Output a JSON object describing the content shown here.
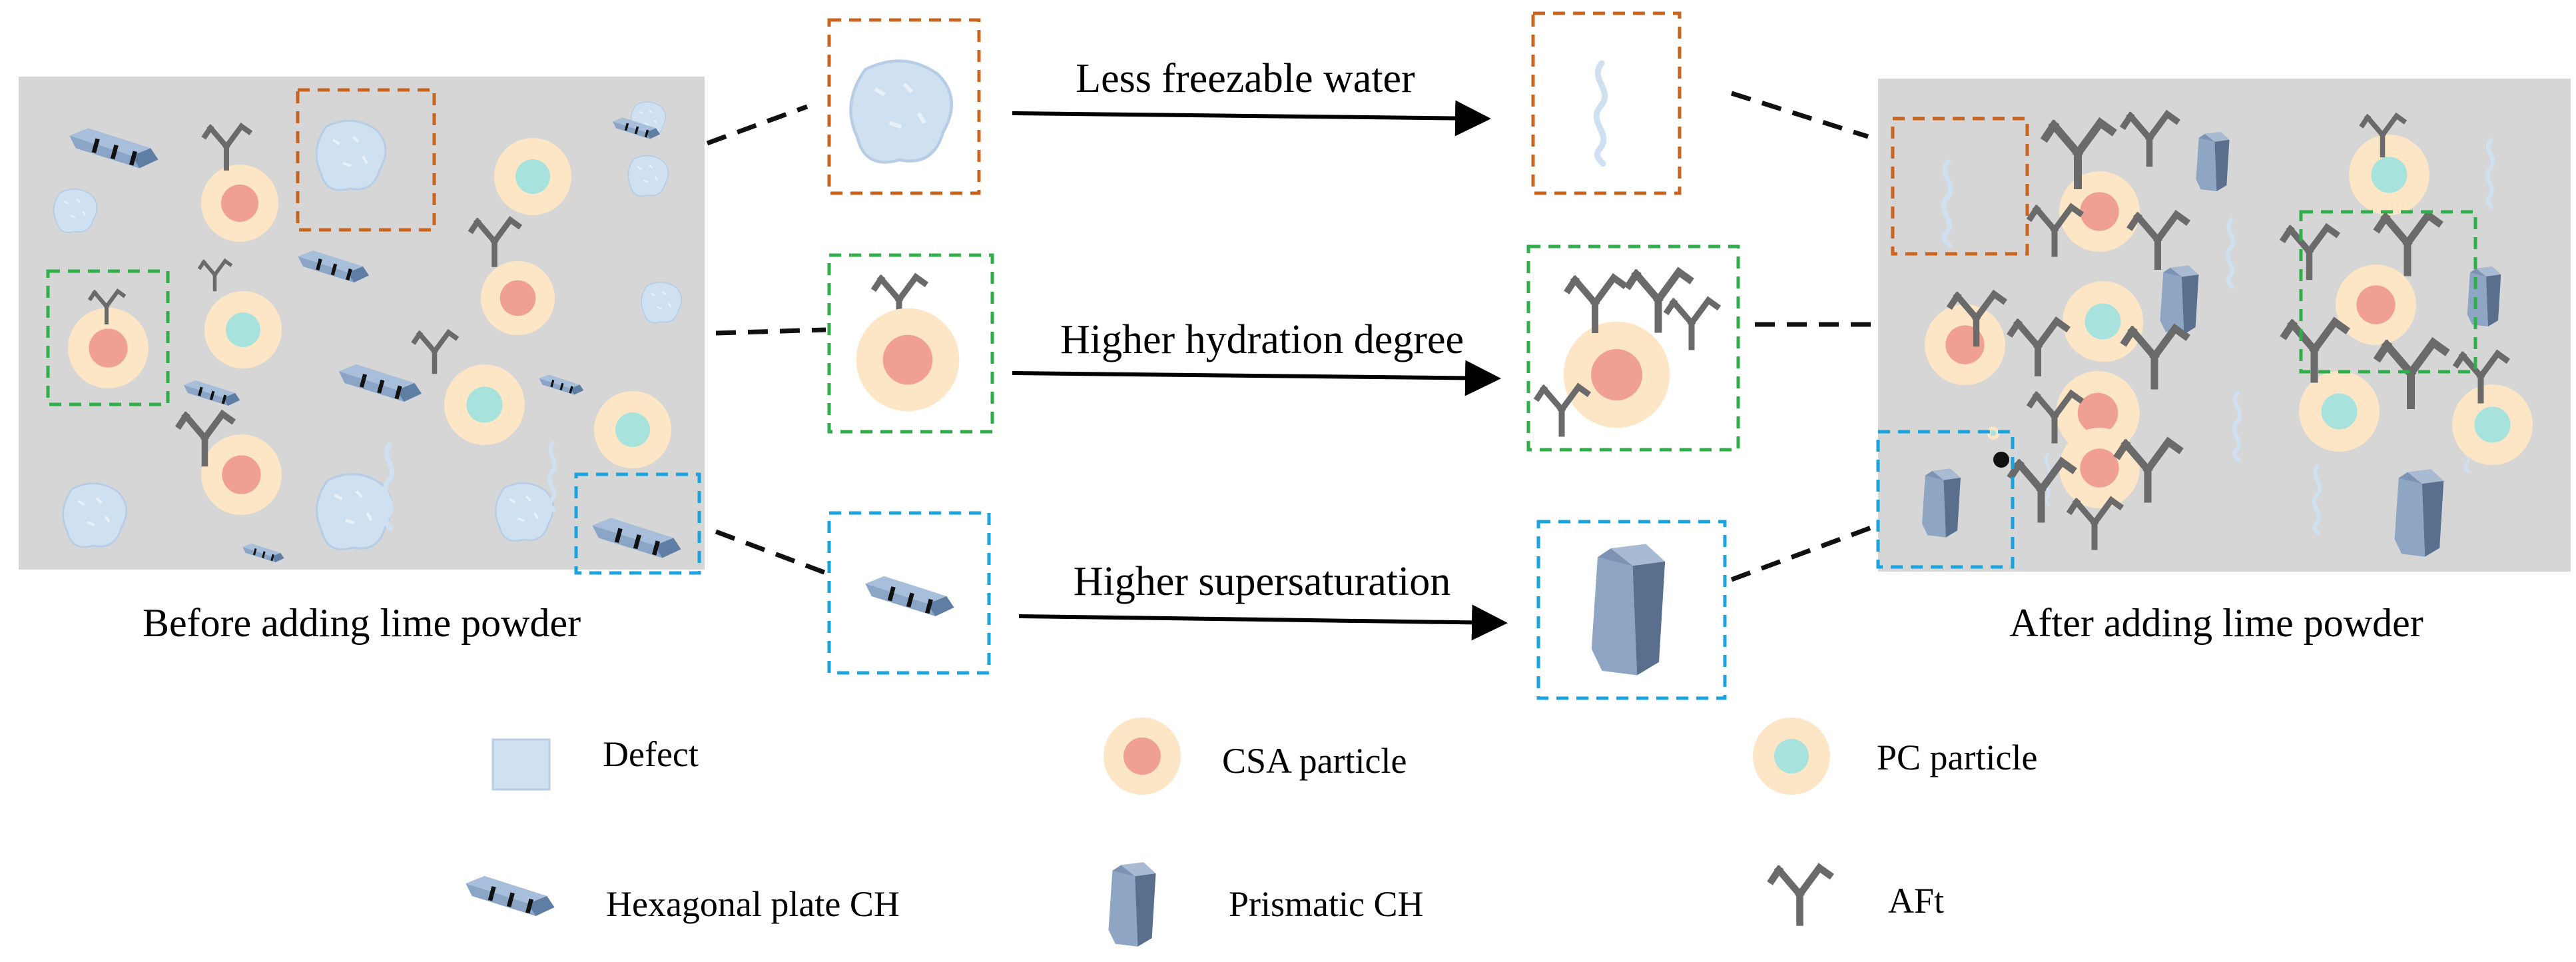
{
  "panels": {
    "before_caption": "Before adding lime powder",
    "after_caption": "After adding lime powder"
  },
  "arrows": [
    {
      "label": "Less freezable water"
    },
    {
      "label": "Higher hydration degree"
    },
    {
      "label": "Higher supersaturation"
    }
  ],
  "legend": {
    "defect": "Defect",
    "csa": "CSA particle",
    "pc": "PC particle",
    "hex_ch": "Hexagonal plate CH",
    "prism_ch": "Prismatic CH",
    "aft": "AFt"
  },
  "colors": {
    "panel_bg": "#d6d6d6",
    "particle_ring": "#fde6c6",
    "csa_core": "#f0a093",
    "pc_core": "#a7e3dc",
    "defect": "#cfe0f1",
    "crystal": "#8aa5c6",
    "aft": "#6a6a6a",
    "box_orange": "#c8641e",
    "box_green": "#2fae4a",
    "box_blue": "#1aa3dc"
  }
}
